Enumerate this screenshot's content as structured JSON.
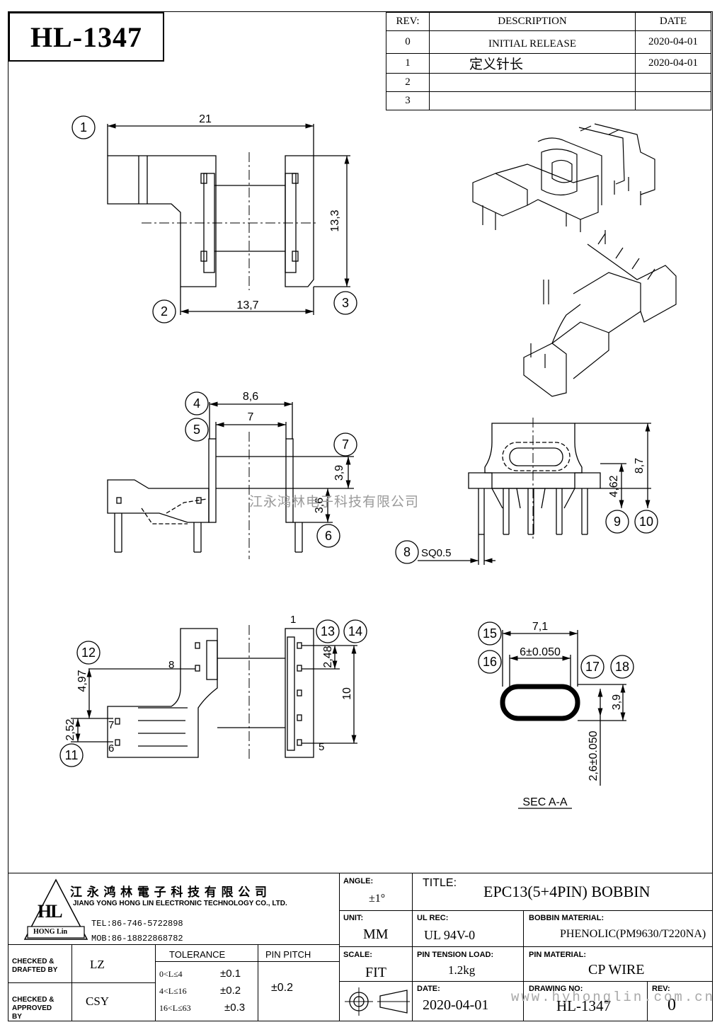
{
  "part_number": "HL-1347",
  "revision_table": {
    "headers": [
      "REV:",
      "DESCRIPTION",
      "DATE"
    ],
    "rows": [
      {
        "rev": "0",
        "description": "INITIAL RELEASE",
        "date": "2020-04-01"
      },
      {
        "rev": "1",
        "description": "定义针长",
        "date": "2020-04-01"
      },
      {
        "rev": "2",
        "description": "",
        "date": ""
      },
      {
        "rev": "3",
        "description": "",
        "date": ""
      }
    ]
  },
  "drawing": {
    "dims": {
      "d21": "21",
      "d13_3": "13,3",
      "d13_7": "13,7",
      "d8_6": "8,6",
      "d7": "7",
      "d3_9a": "3,9",
      "d3_6": "3,6",
      "d8_7": "8,7",
      "d4_62": "4,62",
      "sq": "SQ0.5",
      "d4_97": "4,97",
      "d2_52": "2,52",
      "d2_48": "2,48",
      "d10": "10",
      "d7_1": "7,1",
      "d6": "6±0.050",
      "d3_9b": "3,9",
      "d2_6": "2,6±0.050"
    },
    "balloons": [
      "1",
      "2",
      "3",
      "4",
      "5",
      "6",
      "7",
      "8",
      "9",
      "10",
      "11",
      "12",
      "13",
      "14",
      "15",
      "16",
      "17",
      "18"
    ],
    "pin_labels": {
      "p1": "1",
      "p5": "5",
      "p6": "6",
      "p7": "7",
      "p8": "8"
    },
    "section_label": "SEC A-A"
  },
  "watermark": "江永鸿林电子科技有限公司",
  "watermark_url": "www.hyhonglin.com.cn",
  "title_block": {
    "company_cn": "江 永 鸿 林 電 子 科 技 有 限 公 司",
    "company_en": "JIANG YONG HONG LIN ELECTRONIC TECHNOLOGY CO., LTD.",
    "logo_text": "HL",
    "logo_sub": "HONG Lin",
    "tel": "TEL:86-746-5722898",
    "mob": "MOB:86-18822868782",
    "angle_label": "ANGLE:",
    "angle_value": "±1°",
    "unit_label": "UNIT:",
    "unit_value": "MM",
    "scale_label": "SCALE:",
    "scale_value": "FIT",
    "title_label": "TITLE:",
    "title_value": "EPC13(5+4PIN) BOBBIN",
    "ul_label": "UL REC:",
    "ul_value": "UL 94V-0",
    "bobbin_material_label": "BOBBIN MATERIAL:",
    "bobbin_material_value": "PHENOLIC(PM9630/T220NA)",
    "pin_tension_label": "PIN TENSION LOAD:",
    "pin_tension_value": "1.2kg",
    "pin_material_label": "PIN MATERIAL:",
    "pin_material_value": "CP WIRE",
    "date_label": "DATE:",
    "date_value": "2020-04-01",
    "drawing_no_label": "DRAWING NO:",
    "drawing_no_value": "HL-1347",
    "rev_label": "REV:",
    "rev_value": "0",
    "checked_drafted_label": "CHECKED & DRAFTED BY",
    "checked_drafted_value": "LZ",
    "checked_approved_label": "CHECKED & APPROVED BY",
    "checked_approved_value": "CSY",
    "tolerance_label": "TOLERANCE",
    "tolerance_rows": [
      {
        "range": "0<L≤4",
        "value": "±0.1"
      },
      {
        "range": "4<L≤16",
        "value": "±0.2"
      },
      {
        "range": "16<L≤63",
        "value": "±0.3"
      }
    ],
    "pin_pitch_label": "PIN PITCH",
    "pin_pitch_value": "±0.2"
  }
}
